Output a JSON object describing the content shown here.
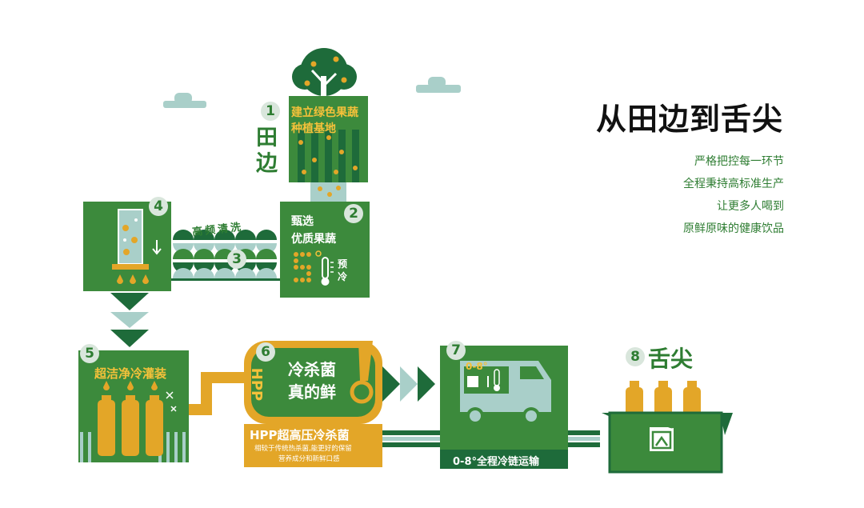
{
  "header": {
    "title": "从田边到舌尖",
    "taglines": [
      "严格把控每一环节",
      "全程秉持高标准生产",
      "让更多人喝到",
      "原鲜原味的健康饮品"
    ]
  },
  "steps": {
    "s1": {
      "num": "1",
      "line1": "建立绿色果蔬",
      "line2": "种植基地",
      "side": "田边"
    },
    "s2": {
      "num": "2",
      "line1": "甄选",
      "line2": "优质果蔬",
      "precool": "预冷"
    },
    "s3": {
      "num": "3",
      "wash": "高频清洗"
    },
    "s4": {
      "num": "4"
    },
    "s5": {
      "num": "5",
      "label": "超洁净冷灌装"
    },
    "s6": {
      "num": "6",
      "hpp": "HPP",
      "line1": "冷杀菌",
      "line2": "真的鲜",
      "banner": "HPP超高压冷杀菌",
      "note1": "相较于传统热杀菌,能更好的保留",
      "note2": "营养成分和新鲜口感"
    },
    "s7": {
      "num": "7",
      "temp": "0-8°",
      "banner": "0-8°全程冷链运输"
    },
    "s8": {
      "num": "8",
      "label": "舌尖"
    }
  },
  "colors": {
    "dark_green": "#1e6b3a",
    "green": "#3c8a3c",
    "light_teal": "#a9cfc9",
    "orange": "#e3a628",
    "yellow": "#f4c13a"
  }
}
